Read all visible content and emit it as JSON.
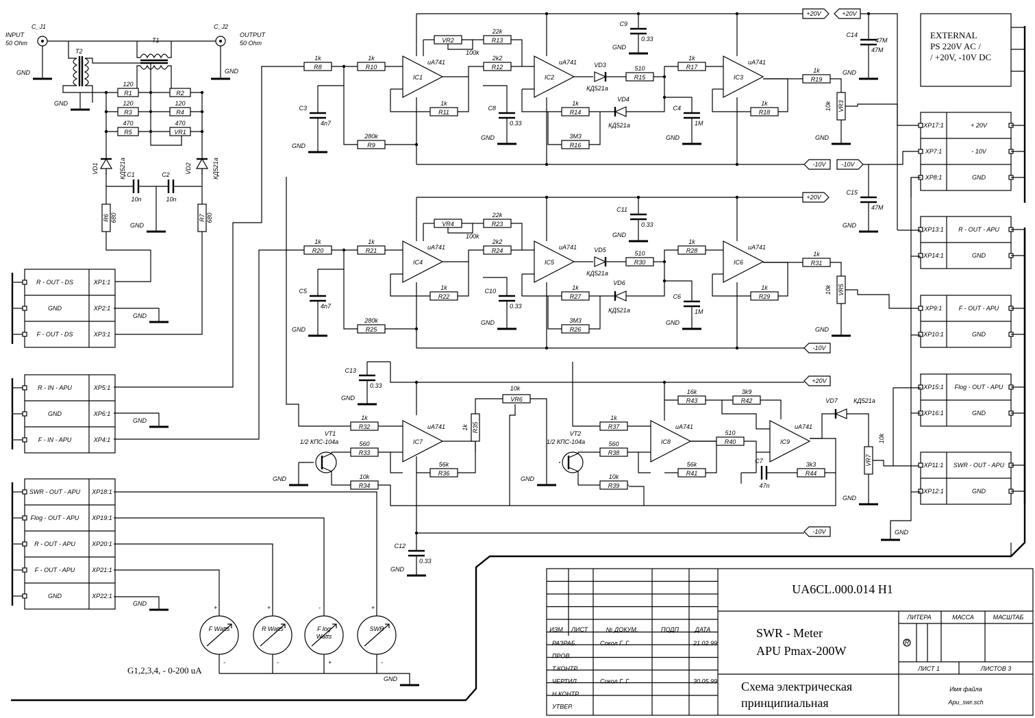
{
  "coax": {
    "in_ref": "C_J1",
    "in_label": "INPUT",
    "in_imp": "50 Ohm",
    "out_ref": "C_J2",
    "out_label": "OUTPUT",
    "out_imp": "50 Ohm",
    "t1": "T1",
    "t2": "T2"
  },
  "gnd": "GND",
  "rails": {
    "p20": "+20V",
    "m10": "-10V"
  },
  "bridge": [
    {
      "ref": "R1",
      "val": "120"
    },
    {
      "ref": "R2",
      "val": ""
    },
    {
      "ref": "R3",
      "val": "120"
    },
    {
      "ref": "R4",
      "val": "120"
    },
    {
      "ref": "R5",
      "val": "470"
    },
    {
      "ref": "VR1",
      "val": "470"
    }
  ],
  "det": {
    "vd1": "VD1",
    "vd2": "VD2",
    "diode": "КД521а",
    "c1": "C1",
    "c2": "C2",
    "cval": "10n",
    "r6": "R6",
    "r7": "R7",
    "rval": "680"
  },
  "row1": {
    "R8": "R8",
    "R8v": "1k",
    "R10": "R10",
    "R10v": "1k",
    "C3": "C3",
    "C3v": "4n7",
    "R9": "R9",
    "R9v": "280k",
    "IC1": "IC1",
    "IC2": "IC2",
    "IC3": "IC3",
    "op": "uA741",
    "VR2": "VR2",
    "VR2v": "100k",
    "R13": "R13",
    "R13v": "22k",
    "R12": "R12",
    "R12v": "2k2",
    "R11": "R11",
    "R11v": "1k",
    "C8": "C8",
    "C8v": "0.33",
    "C9": "C9",
    "C9v": "0.33",
    "VD3": "VD3",
    "VD4": "VD4",
    "R15": "R15",
    "R15v": "510",
    "R14": "R14",
    "R14v": "1k",
    "R16": "R16",
    "R16v": "3M3",
    "C4": "C4",
    "C4v": "1M",
    "R17": "R17",
    "R17v": "1k",
    "R18": "R18",
    "R18v": "1k",
    "R19": "R19",
    "R19v": "1k",
    "VR3": "VR3",
    "VR3v": "10k",
    "C14": "C14",
    "C14v": "47M"
  },
  "row2": {
    "R20": "R20",
    "R20v": "1k",
    "R21": "R21",
    "R21v": "1k",
    "C5": "C5",
    "C5v": "4n7",
    "R25": "R25",
    "R25v": "280k",
    "IC4": "IC4",
    "IC5": "IC5",
    "IC6": "IC6",
    "VR4": "VR4",
    "VR4v": "100k",
    "R23": "R23",
    "R23v": "22k",
    "R24": "R24",
    "R24v": "2k2",
    "R22": "R22",
    "R22v": "1k",
    "C10": "C10",
    "C10v": "0.33",
    "C11": "C11",
    "C11v": "0.33",
    "VD5": "VD5",
    "VD6": "VD6",
    "R30": "R30",
    "R30v": "510",
    "R27": "R27",
    "R27v": "1k",
    "R26": "R26",
    "R26v": "3M3",
    "C6": "C6",
    "C6v": "1M",
    "R28": "R28",
    "R28v": "1k",
    "R29": "R29",
    "R29v": "1k",
    "R31": "R31",
    "R31v": "1k",
    "VR5": "VR5",
    "VR5v": "10k",
    "C15": "C15",
    "C15v": "47M"
  },
  "row3": {
    "C13": "C13",
    "C13v": "0.33",
    "VT1": "VT1",
    "VT2": "VT2",
    "vt": "1/2 КПС-104а",
    "R32": "R32",
    "R32v": "1k",
    "R33": "R33",
    "R33v": "560",
    "R34": "R34",
    "R34v": "10k",
    "IC7": "IC7",
    "R35": "R35",
    "R35v": "1k",
    "R36": "R36",
    "R36v": "56k",
    "VR6": "VR6",
    "VR6v": "10k",
    "R37": "R37",
    "R37v": "1k",
    "R38": "R38",
    "R38v": "560",
    "R39": "R39",
    "R39v": "10k",
    "IC8": "IC8",
    "R43": "R43",
    "R43v": "16k",
    "R42": "R42",
    "R42v": "3k9",
    "R40": "R40",
    "R40v": "510",
    "R41": "R41",
    "R41v": "56k",
    "IC9": "IC9",
    "C7": "C7",
    "C7v": "47n",
    "R44": "R44",
    "R44v": "3k3",
    "VD7": "VD7",
    "VR7": "VR7",
    "VR7v": "10k",
    "C12": "C12",
    "C12v": "0.33"
  },
  "external": [
    "EXTERNAL",
    "PS 220V AC /",
    "/ +20V, -10V DC"
  ],
  "conn_ds": [
    {
      "label": "R - OUT - DS",
      "pin": "XP1:1"
    },
    {
      "label": "GND",
      "pin": "XP2:1"
    },
    {
      "label": "F - OUT - DS",
      "pin": "XP3:1"
    }
  ],
  "conn_in": [
    {
      "label": "R - IN - APU",
      "pin": "XP5:1"
    },
    {
      "label": "GND",
      "pin": "XP6:1"
    },
    {
      "label": "F - IN - APU",
      "pin": "XP4:1"
    }
  ],
  "conn_meter": [
    {
      "label": "SWR - OUT - APU",
      "pin": "XP18:1"
    },
    {
      "label": "Flog - OUT - APU",
      "pin": "XP19:1"
    },
    {
      "label": "R - OUT - APU",
      "pin": "XP20:1"
    },
    {
      "label": "F - OUT - APU",
      "pin": "XP21:1"
    },
    {
      "label": "GND",
      "pin": "XP22:1"
    }
  ],
  "conn_right": [
    {
      "pin": "XP17:1",
      "label": "+ 20V"
    },
    {
      "pin": "XP7:1",
      "label": "- 10V"
    },
    {
      "pin": "XP8:1",
      "label": "GND"
    },
    {
      "pin": "XP13:1",
      "label": "R - OUT - APU"
    },
    {
      "pin": "XP14:1",
      "label": "GND"
    },
    {
      "pin": "XP9:1",
      "label": "F - OUT - APU"
    },
    {
      "pin": "XP10:1",
      "label": "GND"
    },
    {
      "pin": "XP15:1",
      "label": "Flog - OUT - APU"
    },
    {
      "pin": "XP16:1",
      "label": "GND"
    },
    {
      "pin": "XP11:1",
      "label": "SWR - OUT - APU"
    },
    {
      "pin": "XP12:1",
      "label": "GND"
    }
  ],
  "meters": [
    {
      "l1": "F Watts",
      "l2": ""
    },
    {
      "l1": "R Watts",
      "l2": ""
    },
    {
      "l1": "F log",
      "l2": "Watts"
    },
    {
      "l1": "SWR",
      "l2": ""
    }
  ],
  "meter_note": "G1,2,3,4, - 0-200 uA",
  "title": {
    "code": "UA6CL.000.014 H1",
    "name1": "SWR - Meter",
    "name2": "APU Pmax-200W",
    "doc1": "Схема электрическая",
    "doc2": "принципиальная",
    "cols": [
      "ИЗМ",
      "ЛИСТ",
      "№ ДОКУМ.",
      "ПОДП",
      "ДАТА"
    ],
    "rows": [
      {
        "role": "РАЗРАБ.",
        "name": "Сокол Г. Г.",
        "date": "21.02.99"
      },
      {
        "role": "ПРОВ.",
        "name": "",
        "date": ""
      },
      {
        "role": "Т.КОНТР.",
        "name": "",
        "date": ""
      },
      {
        "role": "ЧЕРТИЛ",
        "name": "Сокол Г. Г.",
        "date": "30.05.99"
      },
      {
        "role": "Н.КОНТР.",
        "name": "",
        "date": ""
      },
      {
        "role": "УТВЕР.",
        "name": "",
        "date": ""
      }
    ],
    "litera": "ЛИТЕРА",
    "massa": "МАССА",
    "masshtab": "МАСШТАБ",
    "r_mark": "R",
    "list": "ЛИСТ  1",
    "listov": "ЛИСТОВ  3",
    "fname_label": "Имя файла",
    "fname": "Apu_swr.sch"
  }
}
